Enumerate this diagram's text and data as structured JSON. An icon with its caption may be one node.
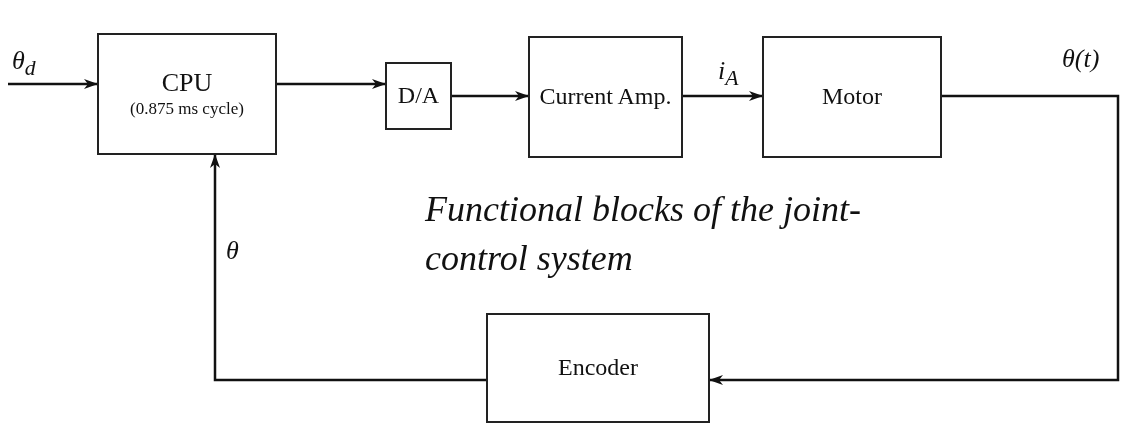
{
  "diagram": {
    "caption": "Functional blocks of the joint-control system",
    "nodes": [
      {
        "text": [
          "CPU",
          "(0.875 ms cycle)"
        ]
      },
      {
        "text": [
          "D/A"
        ]
      },
      {
        "text": [
          "Current Amp."
        ]
      },
      {
        "text": [
          "Motor"
        ]
      },
      {
        "text": [
          "Encoder"
        ]
      }
    ],
    "edges": [
      {
        "from": null,
        "to": 0,
        "arrow": "to",
        "label": "θ$_{d}$"
      },
      {
        "from": 0,
        "to": 1,
        "arrow": "to"
      },
      {
        "from": 1,
        "to": 2,
        "arrow": "to"
      },
      {
        "from": 2,
        "to": 3,
        "arrow": "to",
        "label": "i$_{A}$"
      },
      {
        "from": 3,
        "to": 4,
        "arrow": "to",
        "label": "θ(t)"
      },
      {
        "from": 4,
        "to": 0,
        "arrow": "to",
        "label": "θ"
      }
    ]
  }
}
